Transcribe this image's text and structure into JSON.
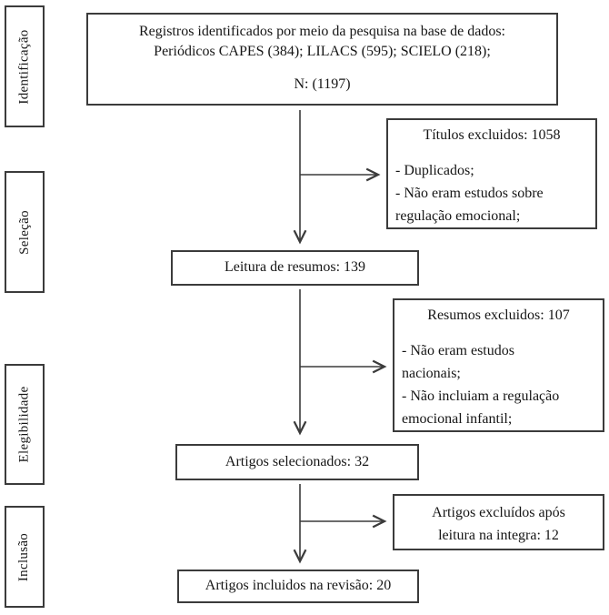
{
  "sidebar": {
    "stages": [
      {
        "label": "Identificação"
      },
      {
        "label": "Seleção"
      },
      {
        "label": "Elegibilidade"
      },
      {
        "label": "Inclusão"
      }
    ]
  },
  "flow": {
    "identified": {
      "line1": "Registros identificados por meio da pesquisa na base de dados:",
      "line2": "Periódicos CAPES (384); LILACS (595); SCIELO (218);",
      "line3": "N: (1197)"
    },
    "titles_excluded": {
      "heading": "Títulos excluidos: 1058",
      "items": [
        "- Duplicados;",
        "- Não eram estudos sobre",
        "regulação emocional;"
      ]
    },
    "abstracts_read": {
      "label": "Leitura de resumos: 139"
    },
    "abstracts_excluded": {
      "heading": "Resumos excluidos: 107",
      "items": [
        "- Não eram estudos",
        "nacionais;",
        "- Não incluiam a regulação",
        "emocional infantil;"
      ]
    },
    "articles_selected": {
      "label": "Artigos selecionados: 32"
    },
    "fulltext_excluded": {
      "lines": [
        "Artigos excluídos após",
        "leitura na integra: 12"
      ]
    },
    "articles_included": {
      "label": "Artigos incluidos na revisão: 20"
    }
  },
  "colors": {
    "border": "#3b3b3b",
    "text": "#161616",
    "arrow": "#3b3b3b",
    "background": "#ffffff"
  }
}
